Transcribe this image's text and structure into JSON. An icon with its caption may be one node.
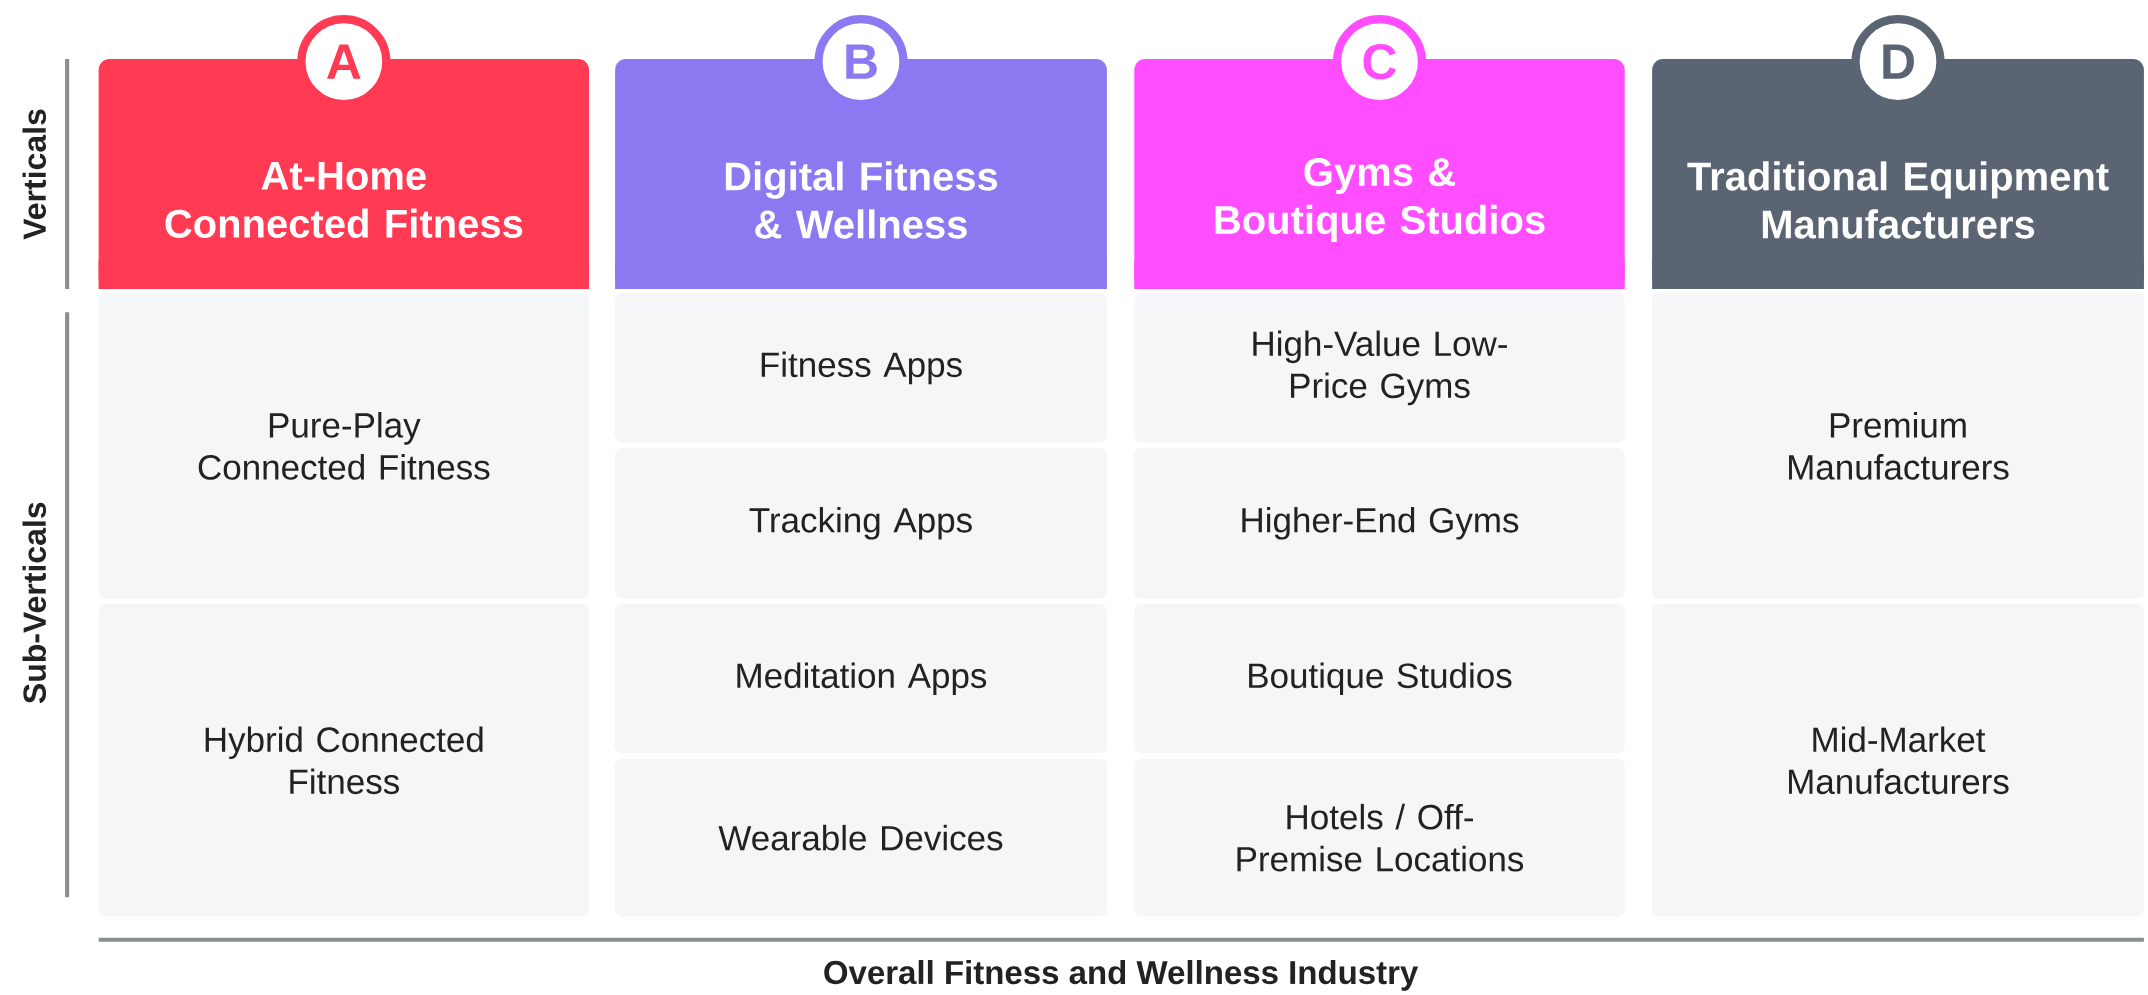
{
  "diagram": {
    "nodes": [
      {
        "text": [
          "A"
        ]
      },
      {
        "text": [
          "At-Home Connected Fitness"
        ]
      },
      {
        "text": [
          "Pure-Play Connected Fitness"
        ]
      },
      {
        "text": [
          "Hybrid Connected Fitness"
        ]
      },
      {
        "text": [
          "B"
        ]
      },
      {
        "text": [
          "Digital Fitness & Wellness"
        ]
      },
      {
        "text": [
          "Fitness Apps"
        ]
      },
      {
        "text": [
          "Tracking Apps"
        ]
      },
      {
        "text": [
          "Meditation Apps"
        ]
      },
      {
        "text": [
          "Wearable Devices"
        ]
      },
      {
        "text": [
          "C"
        ]
      },
      {
        "text": [
          "Gyms & Boutique Studios"
        ]
      },
      {
        "text": [
          "High-Value Low-Price Gyms"
        ]
      },
      {
        "text": [
          "Higher-End Gyms"
        ]
      },
      {
        "text": [
          "Boutique Studios"
        ]
      },
      {
        "text": [
          "Hotels / Off-Premise Locations"
        ]
      },
      {
        "text": [
          "D"
        ]
      },
      {
        "text": [
          "Traditional Equipment Manufacturers"
        ]
      },
      {
        "text": [
          "Premium Manufacturers"
        ]
      },
      {
        "text": [
          "Mid-Market Manufacturers"
        ]
      }
    ],
    "labels": [
      "Verticals",
      "Sub-Verticals",
      "Overall Fitness and Wellness Industry"
    ]
  }
}
